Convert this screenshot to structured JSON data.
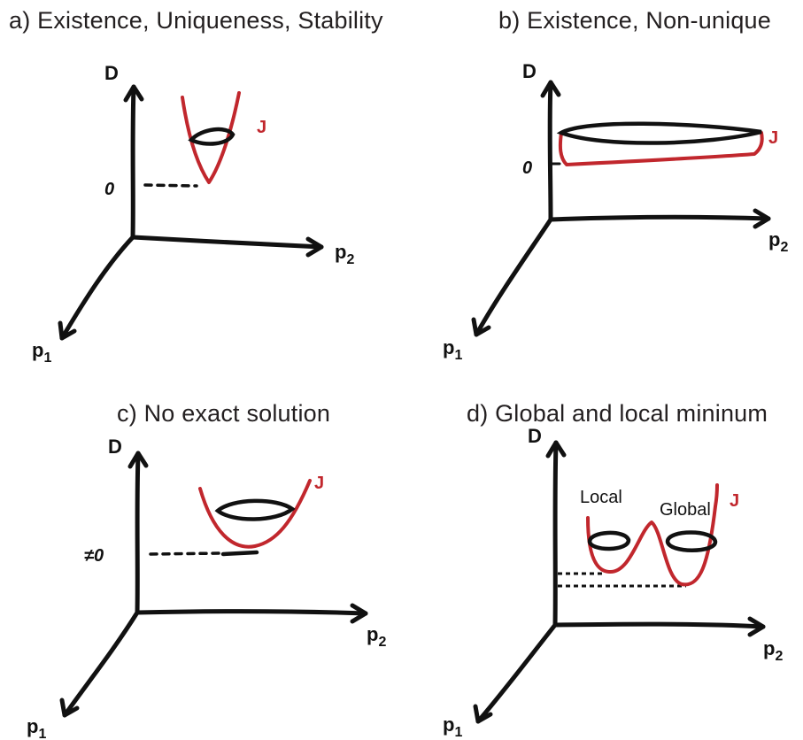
{
  "panels": {
    "a": {
      "title": "a) Existence, Uniqueness, Stability",
      "d_label": "D",
      "p1_label": "p",
      "p1_sub": "1",
      "p2_label": "p",
      "p2_sub": "2",
      "curve_label": "J",
      "zero_label": "0"
    },
    "b": {
      "title": "b) Existence, Non-unique",
      "d_label": "D",
      "p1_label": "p",
      "p1_sub": "1",
      "p2_label": "p",
      "p2_sub": "2",
      "curve_label": "J",
      "zero_label": "0"
    },
    "c": {
      "title": "c) No exact solution",
      "d_label": "D",
      "p1_label": "p",
      "p1_sub": "1",
      "p2_label": "p",
      "p2_sub": "2",
      "curve_label": "J",
      "zero_label": "≠0"
    },
    "d": {
      "title": "d) Global and local mininum",
      "d_label": "D",
      "p1_label": "p",
      "p1_sub": "1",
      "p2_label": "p",
      "p2_sub": "2",
      "curve_label": "J",
      "local_label": "Local",
      "global_label": "Global"
    }
  },
  "colors": {
    "curve": "#c1272d",
    "ink": "#111111",
    "title": "#231f20"
  }
}
